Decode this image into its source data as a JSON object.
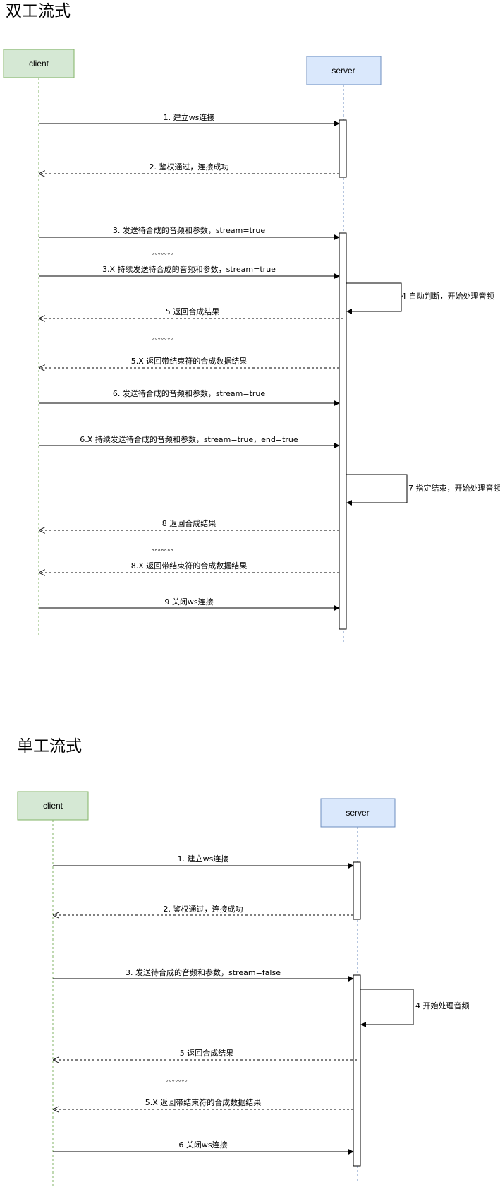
{
  "colors": {
    "client_fill": "#d5e8d4",
    "client_stroke": "#82b366",
    "server_fill": "#dae8fc",
    "server_stroke": "#6c8ebf",
    "line": "#000000"
  },
  "sections": [
    {
      "title": "双工流式",
      "client_label": "client",
      "server_label": "server",
      "messages": [
        "1. 建立ws连接",
        "2. 鉴权通过，连接成功",
        "3. 发送待合成的音频和参数，stream=true",
        "3.X 持续发送待合成的音频和参数，stream=true",
        "4 自动判断，开始处理音频",
        "5 返回合成结果",
        "5.X 返回带结束符的合成数据结果",
        "6. 发送待合成的音频和参数，stream=true",
        "6.X 持续发送待合成的音频和参数，stream=true，end=true",
        "7 指定结束，开始处理音频",
        "8 返回合成结果",
        "8.X 返回带结束符的合成数据结果",
        "9 关闭ws连接"
      ],
      "ellipses": [
        "。。。。。。。",
        "。。。。。。。",
        "。。。。。。。"
      ]
    },
    {
      "title": "单工流式",
      "client_label": "client",
      "server_label": "server",
      "messages": [
        "1. 建立ws连接",
        "2. 鉴权通过，连接成功",
        "3. 发送待合成的音频和参数，stream=false",
        "4 开始处理音频",
        "5 返回合成结果",
        "5.X 返回带结束符的合成数据结果",
        "6 关闭ws连接"
      ],
      "ellipses": [
        "。。。。。。。"
      ]
    }
  ]
}
